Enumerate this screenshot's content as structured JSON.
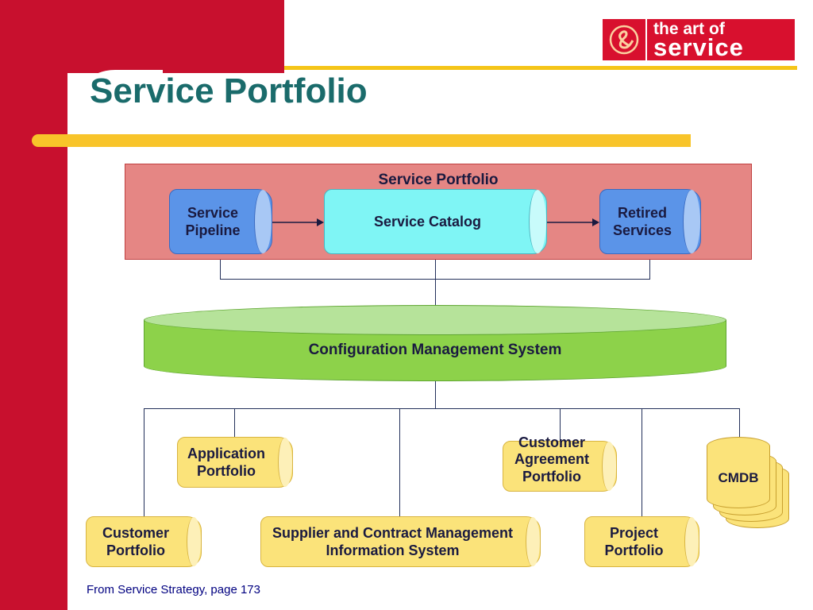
{
  "title": "Service Portfolio",
  "logo": {
    "line1": "the art of",
    "line2": "service"
  },
  "colors": {
    "brand_red": "#c8102e",
    "title_teal": "#1a6b6b",
    "accent_yellow": "#f8c42a"
  },
  "diagram": {
    "portfolio_box_label": "Service Portfolio",
    "pipeline": [
      "Service",
      "Pipeline"
    ],
    "catalog": "Service Catalog",
    "retired": [
      "Retired",
      "Services"
    ],
    "cms": "Configuration Management System",
    "application": [
      "Application",
      "Portfolio"
    ],
    "customer_agreement": [
      "Customer",
      "Agreement",
      "Portfolio"
    ],
    "cmdb": "CMDB",
    "customer": [
      "Customer",
      "Portfolio"
    ],
    "supplier": [
      "Supplier and Contract Management",
      "Information System"
    ],
    "project": [
      "Project",
      "Portfolio"
    ]
  },
  "footer": "From Service Strategy, page 173"
}
